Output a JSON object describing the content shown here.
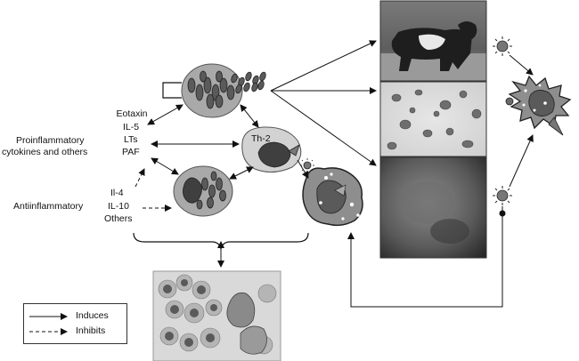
{
  "labels": {
    "eotaxin": "Eotaxin",
    "il5": "IL-5",
    "lts": "LTs",
    "paf": "PAF",
    "proinflammatory_line1": "Proinflammatory",
    "proinflammatory_line2": "cytokines and others",
    "antiinflammatory": "Antiinflammatory",
    "il4": "Il-4",
    "il10": "IL-10",
    "others": "Others",
    "th2": "Th-2"
  },
  "legend": {
    "induces": "Induces",
    "inhibits": "Inhibits"
  },
  "colors": {
    "cell_outer": "#a9a9a9",
    "granule": "#5a5a5a",
    "nucleus": "#3f3f3f",
    "th2_body": "#d2d2d2",
    "line": "#111111"
  }
}
